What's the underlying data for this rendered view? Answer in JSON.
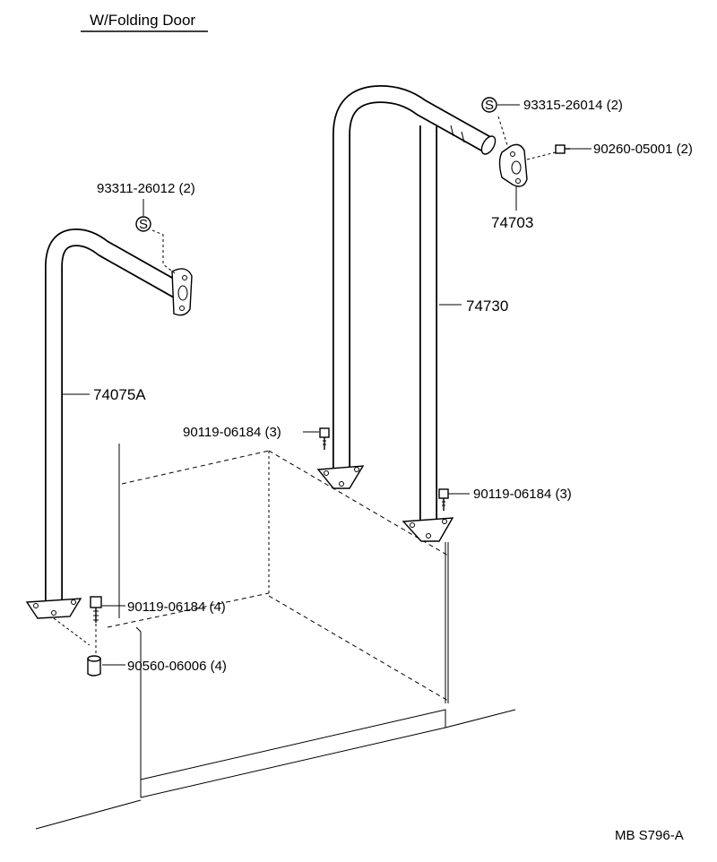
{
  "header": {
    "title": "W/Folding Door"
  },
  "parts": {
    "screw_left": "93311-26012 (2)",
    "screw_right": "93315-26014 (2)",
    "bolt_bracket": "90260-05001 (2)",
    "bracket": "74703",
    "rail_right": "74730",
    "rail_left": "74075A",
    "bolt_mid": "90119-06184 (3)",
    "bolt_right": "90119-06184 (3)",
    "bolt_left": "90119-06184 (4)",
    "spacer": "90560-06006 (4)",
    "screw_symbol": "S"
  },
  "footer": {
    "code": "MB S796-A"
  }
}
